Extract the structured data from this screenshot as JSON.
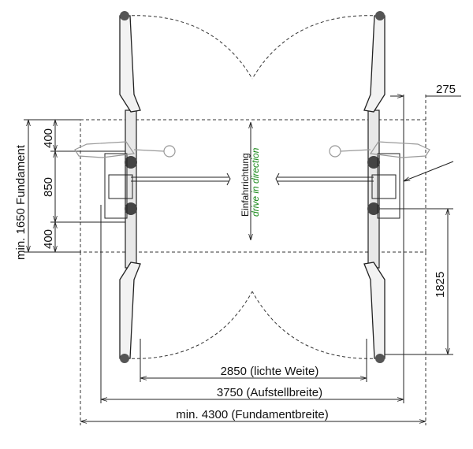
{
  "dimensions": {
    "clear_width": "2850 (lichte Weite)",
    "installation_width": "3750 (Aufstellbreite)",
    "foundation_width": "min. 4300 (Fundamentbreite)",
    "foundation_length": "min. 1650 Fundament",
    "upper_segment": "400",
    "middle_segment": "850",
    "lower_segment": "400",
    "offset_right": "275",
    "arm_reach": "1825"
  },
  "direction": {
    "label_de": "Einfahrrichtung",
    "label_en": "drive in direction",
    "label_en_color": "#1a8a1a"
  }
}
